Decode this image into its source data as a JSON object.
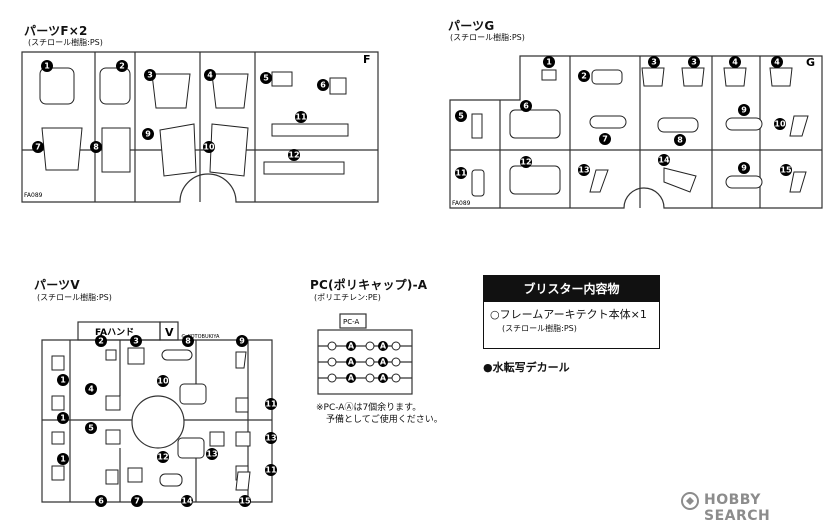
{
  "sections": {
    "f": {
      "title": "パーツF×2",
      "material": "(スチロール樹脂:PS)",
      "tag": "F",
      "code": "FA089",
      "numbers": [
        "1",
        "2",
        "3",
        "4",
        "5",
        "6",
        "7",
        "8",
        "9",
        "10",
        "11",
        "12"
      ]
    },
    "g": {
      "title": "パーツG",
      "material": "(スチロール樹脂:PS)",
      "tag": "G",
      "code": "FA089",
      "numbers": [
        "1",
        "2",
        "3",
        "3",
        "4",
        "4",
        "5",
        "6",
        "7",
        "8",
        "9",
        "9",
        "10",
        "11",
        "12",
        "13",
        "14",
        "15"
      ]
    },
    "v": {
      "title": "パーツV",
      "material": "(スチロール樹脂:PS)",
      "tag": "V",
      "frame_label": "FAハンド",
      "copyright": "© KOTOBUKIYA",
      "numbers": [
        "1",
        "1",
        "1",
        "2",
        "3",
        "4",
        "5",
        "6",
        "7",
        "8",
        "9",
        "10",
        "11",
        "11",
        "12",
        "13",
        "13",
        "14",
        "15"
      ]
    },
    "pc": {
      "title": "PC(ポリキャップ)-A",
      "material": "(ポリエチレン:PE)",
      "frame_label": "PC-A",
      "marker": "A",
      "note_line1": "※PC-AⒶは7個余ります。",
      "note_line2": "予備としてご使用ください。"
    }
  },
  "blister": {
    "header": "ブリスター内容物",
    "item1": "○フレームアーキテクト本体×1",
    "item1_material": "(スチロール樹脂:PS)",
    "item2": "●水転写デカール"
  },
  "watermark": {
    "brand": "HOBBY SEARCH",
    "icon": "hobby-search-logo-icon"
  }
}
